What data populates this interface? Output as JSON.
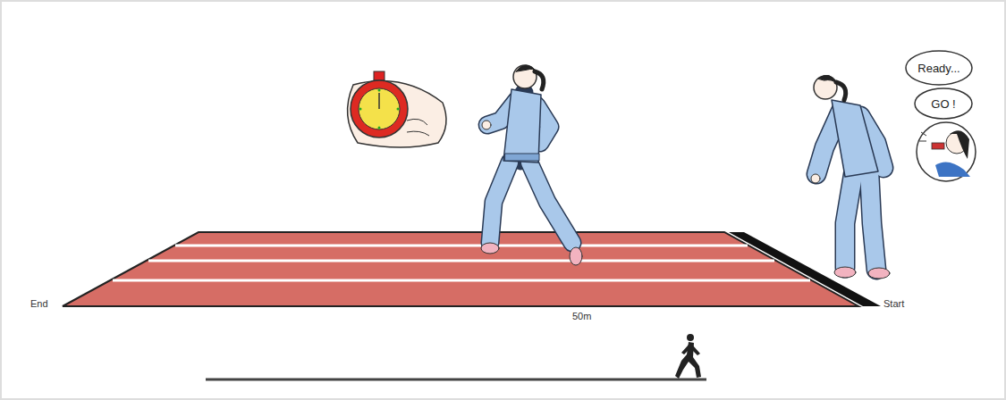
{
  "diagram": {
    "nodes": [
      {
        "text": [
          "Ready..."
        ]
      },
      {
        "text": [
          "GO !"
        ]
      }
    ],
    "labels": [
      "End",
      "50m",
      "Start"
    ]
  }
}
